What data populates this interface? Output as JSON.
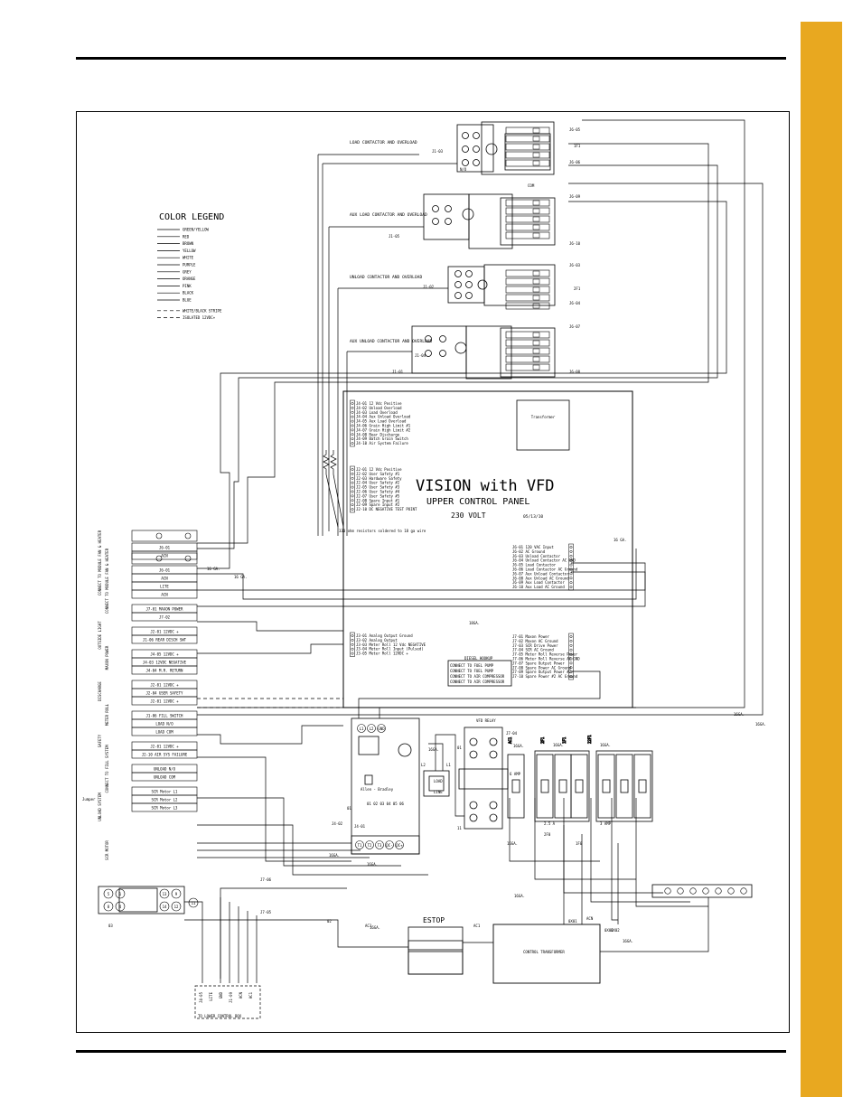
{
  "page": {
    "tab_color": "#e8a820"
  },
  "legend": {
    "title": "COLOR LEGEND",
    "items": [
      "GREEN/YELLOW",
      "RED",
      "BROWN",
      "YELLOW",
      "WHITE",
      "PURPLE",
      "GREY",
      "ORANGE",
      "PINK",
      "BLACK",
      "BLUE"
    ],
    "dashed": [
      "WHITE/BLACK STRIPE",
      "ISOLATED 12VDC+"
    ]
  },
  "contactors": {
    "load": "LOAD CONTACTOR AND OVERLOAD",
    "aux_load": "AUX LOAD CONTACTOR AND OVERLOAD",
    "unload": "UNLOAD CONTACTOR AND OVERLOAD",
    "aux_unload": "AUX UNLOAD CONTACTOR AND OVERLOAD",
    "pins": [
      "J1-03",
      "J1-05",
      "J1-02",
      "J1-04",
      "J1-01",
      "J6-05",
      "J6-06",
      "J6-09",
      "J6-10",
      "J6-03",
      "J6-04",
      "J6-07",
      "J6-08"
    ],
    "tags": [
      "1F1",
      "2F1",
      "N/O",
      "COM"
    ]
  },
  "panel": {
    "title": "VISION with VFD",
    "subtitle": "UPPER CONTROL PANEL",
    "voltage": "230 VOLT",
    "date": "05/13/10",
    "transformer": "Transformer"
  },
  "j4_top": [
    "J4-01 12 Vdc Positive",
    "J4-02 Unload Overload",
    "J4-03 Load Overload",
    "J4-04 Aux Unload Overload",
    "J4-05 Aux Load Overload",
    "J4-06 Grain High Limit #1",
    "J4-07 Grain High Limit #2",
    "J4-08 Rear Discharge",
    "J4-09 Batch Grain Switch",
    "J4-10 Air System Failure"
  ],
  "j2_top": [
    "J2-01 12 Vdc Positive",
    "J2-02 User Safety #1",
    "J2-03 Hardware Safety",
    "J2-04 User Safety #2",
    "J2-05 User Safety #3",
    "J2-06 User Safety #4",
    "J2-07 User Safety #5",
    "J2-08 Spare Input #1",
    "J2-09 Spare Input #2",
    "J2-10 DC NEGATIVE TEST POINT"
  ],
  "resistor_note": "330 ohm resistors soldered to 18 ga wire",
  "j6_list": [
    "J6-01 120 VAC Input",
    "J6-02 AC Ground",
    "J6-03 Unload Contactor",
    "J6-04 Unload Contactor AC GND",
    "J6-05 Load Contactor",
    "J6-06 Load Contactor AC Ground",
    "J6-07 Aux Unload Contactor",
    "J6-08 Aux Unload AC Ground",
    "J6-09 Aux Load Contactor",
    "J6-10 Aux Load AC Ground"
  ],
  "j3_list": [
    "J3-01 Analog Output Ground",
    "J3-02 Analog Output",
    "J3-03 Meter Roll 12 Vdc NEGATIVE",
    "J3-04 Meter Roll Input (Pulsed)",
    "J3-05 Meter Roll 12VDC +"
  ],
  "j7_list": [
    "J7-01 Maxon Power",
    "J7-02 Maxon AC Ground",
    "J7-03 SCR Drive Power",
    "J7-04 SCR AC Ground",
    "J7-05 Meter Roll Reverse Power",
    "J7-06 Meter Roll Reverse AC GND",
    "J7-07 Spare Output Power",
    "J7-08 Spare Power AC Ground",
    "J7-09 Spare Output Power #2",
    "J7-10 Spare Power #2 AC Ground"
  ],
  "diesel": {
    "title": "DIESEL HOOKUP",
    "lines": [
      "CONNECT TO FUEL PUMP",
      "CONNECT TO FUEL PUMP",
      "CONNECT TO AIR COMPRESSOR",
      "CONNECT TO AIR COMPRESSOR"
    ]
  },
  "terminals": {
    "rows": [
      "J6-01",
      "ACN",
      "J6-01",
      "ACN",
      "LITE",
      "ACN",
      "J7-01 MAXON POWER",
      "J7-02",
      "J2-01 12VDC +",
      "J1-06 REAR DISCH SWT",
      "J4-05 12VDC +",
      "J4-03 12VDC NEGATIVE",
      "J4-04 M.R. RETURN",
      "J2-01 12VDC +",
      "J2-04 USER SAFETY",
      "J2-01 12VDC +",
      "J1-06 FILL SWITCH",
      "LOAD N/O",
      "LOAD COM",
      "J2-01 12VDC +",
      "J2-10 AIR SYS FAILURE",
      "UNLOAD N/O",
      "UNLOAD COM",
      "SCR Motor L1",
      "SCR Motor L2",
      "SCR Motor L3"
    ],
    "side_labels": [
      "CONNECT TO MODULE FAN & HEATER",
      "CONNECT TO MODULE FAN & HEATER",
      "OUTSIDE LIGHT",
      "MAXON POWER",
      "DISCHARGE",
      "METER ROLL",
      "SAFETY",
      "CONNECT TO FILL SYSTEM",
      "UNLOAD SYSTEM",
      "SCR MOTOR"
    ],
    "jumper": "Jumper"
  },
  "wire_gauges": [
    "16 GA.",
    "16 GA.",
    "16 GA.",
    "18GA.",
    "16GA.",
    "16GA.",
    "16GA.",
    "16GA.",
    "16GA.",
    "16GA.",
    "16GA.",
    "16GA.",
    "16GA.",
    "16GA.",
    "16GA."
  ],
  "drive": {
    "brand": "Allen - Bradley",
    "terminals_top": [
      "L1",
      "L2",
      "GND"
    ],
    "terminals_bottom": [
      "T1",
      "T2",
      "T3",
      "DC-",
      "DC+"
    ],
    "terminal_strip": "01 02 03 04 05 06",
    "labels": [
      "01",
      "J4-02",
      "J4-01"
    ]
  },
  "line_filter": {
    "labels": [
      "L2",
      "L1",
      "LOAD",
      "LINE"
    ]
  },
  "vfd_relay": {
    "title": "VFD RELAY",
    "labels": [
      "01",
      "11",
      "J7-04",
      "AC1"
    ]
  },
  "breakers": {
    "labels": [
      "6 AMP",
      "2.5 A",
      "3 AMP",
      "AC1",
      "2F1",
      "1F1",
      "22F1",
      "2F0",
      "1F0",
      "16GA.",
      "16GA."
    ]
  },
  "bottom": {
    "estop": "ESTOP",
    "control_transformer": "CONTROL TRANSFORMER",
    "lower_box": "TO LOWER CONTROL BOX",
    "lower_labels": [
      "J4-05",
      "LITE",
      "GND",
      "J1-09",
      "ACN",
      "AC1"
    ],
    "wire_labels": [
      "J7-06",
      "J7-05",
      "02",
      "03",
      "AC1",
      "AC1",
      "ACN",
      "0X01",
      "0X02",
      "0X02",
      "16GA."
    ],
    "relay_nums": [
      "5",
      "1",
      "13",
      "9",
      "8",
      "4",
      "14",
      "12",
      "11"
    ]
  }
}
